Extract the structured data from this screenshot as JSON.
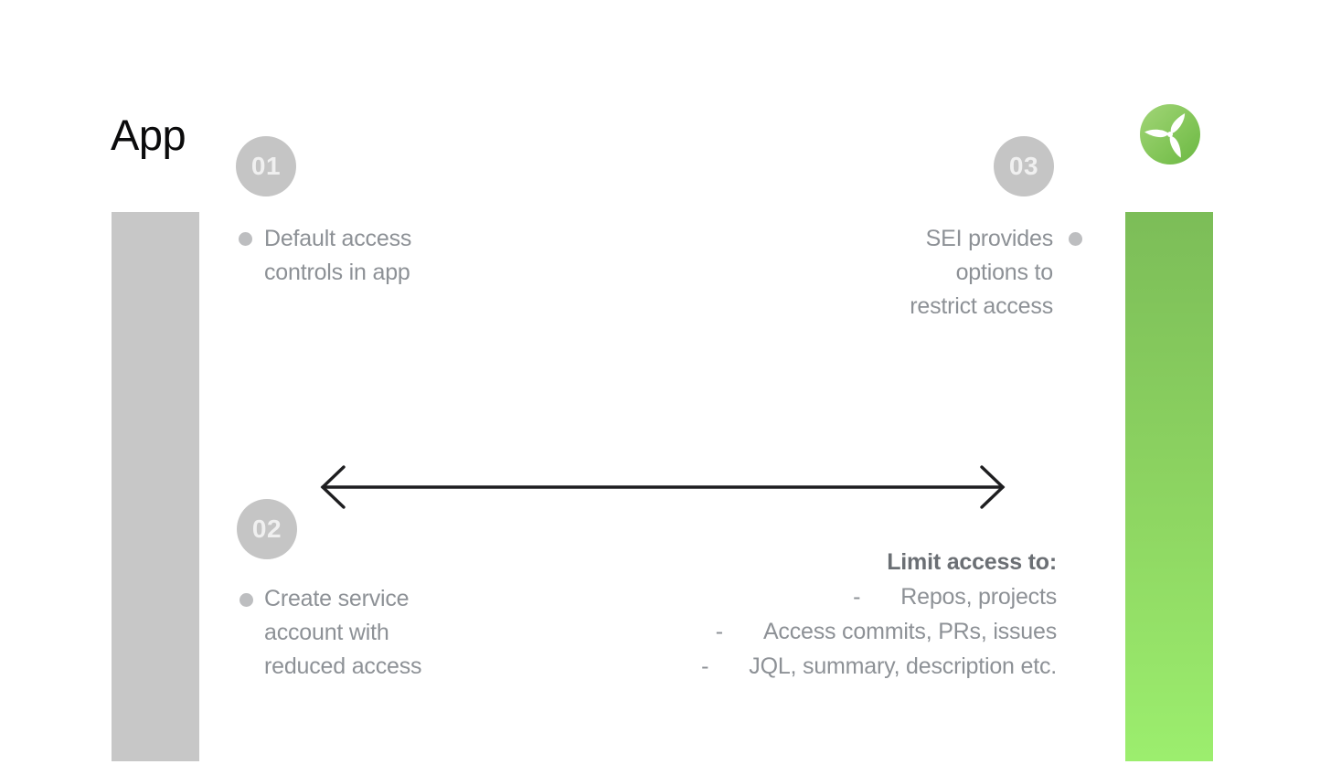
{
  "title": "App",
  "logo": {
    "name": "propeller-logo"
  },
  "steps": [
    {
      "number": "01",
      "lines": [
        "Default access",
        "controls in app"
      ]
    },
    {
      "number": "02",
      "lines": [
        "Create service",
        "account with",
        "reduced access"
      ]
    },
    {
      "number": "03",
      "lines": [
        "SEI provides",
        "options to",
        "restrict access"
      ]
    }
  ],
  "limit": {
    "heading": "Limit access to:",
    "dash": "-",
    "items": [
      "Repos, projects",
      "Access commits, PRs, issues",
      "JQL, summary, description etc."
    ]
  },
  "colors": {
    "bar_gray": "#c7c7c7",
    "bar_green_top": "#7cbd58",
    "bar_green_bottom": "#9cee6e",
    "circle_gray": "#c5c5c5",
    "text_gray": "#8d9196",
    "heading_gray": "#6b6f74",
    "arrow_black": "#1e1e20",
    "logo_green_light": "#a2d578",
    "logo_green_dark": "#6bb843"
  }
}
